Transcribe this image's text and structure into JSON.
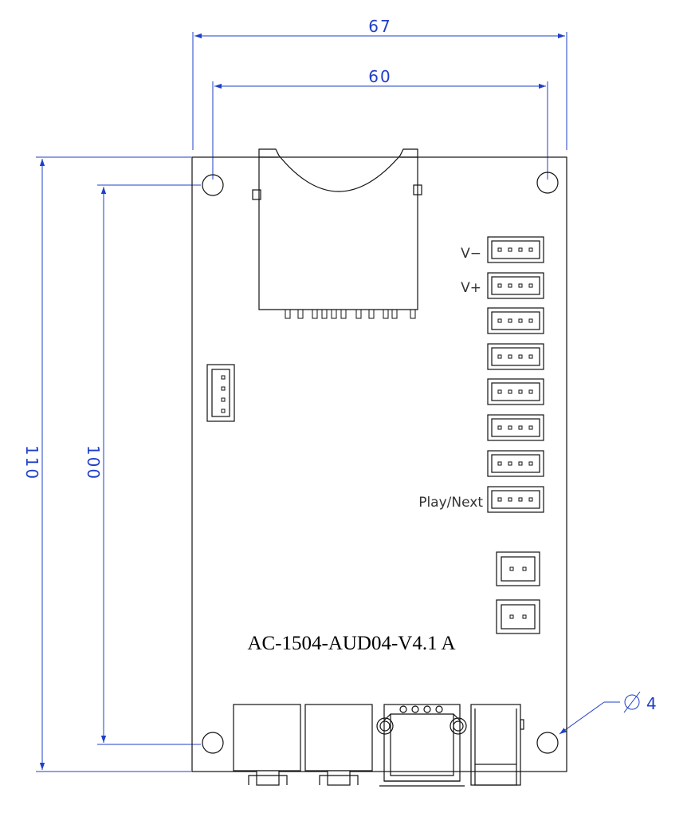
{
  "dimensions": {
    "width_outer": "67",
    "width_holes": "60",
    "height_outer": "110",
    "height_holes": "100",
    "hole_diameter": "4"
  },
  "labels": {
    "v_minus": "V−",
    "v_plus": "V+",
    "play_next": "Play/Next"
  },
  "board": {
    "model": "AC-1504-AUD04-V4.1 A"
  },
  "colors": {
    "dimension": "#1f3fc8",
    "outline": "#111111"
  }
}
